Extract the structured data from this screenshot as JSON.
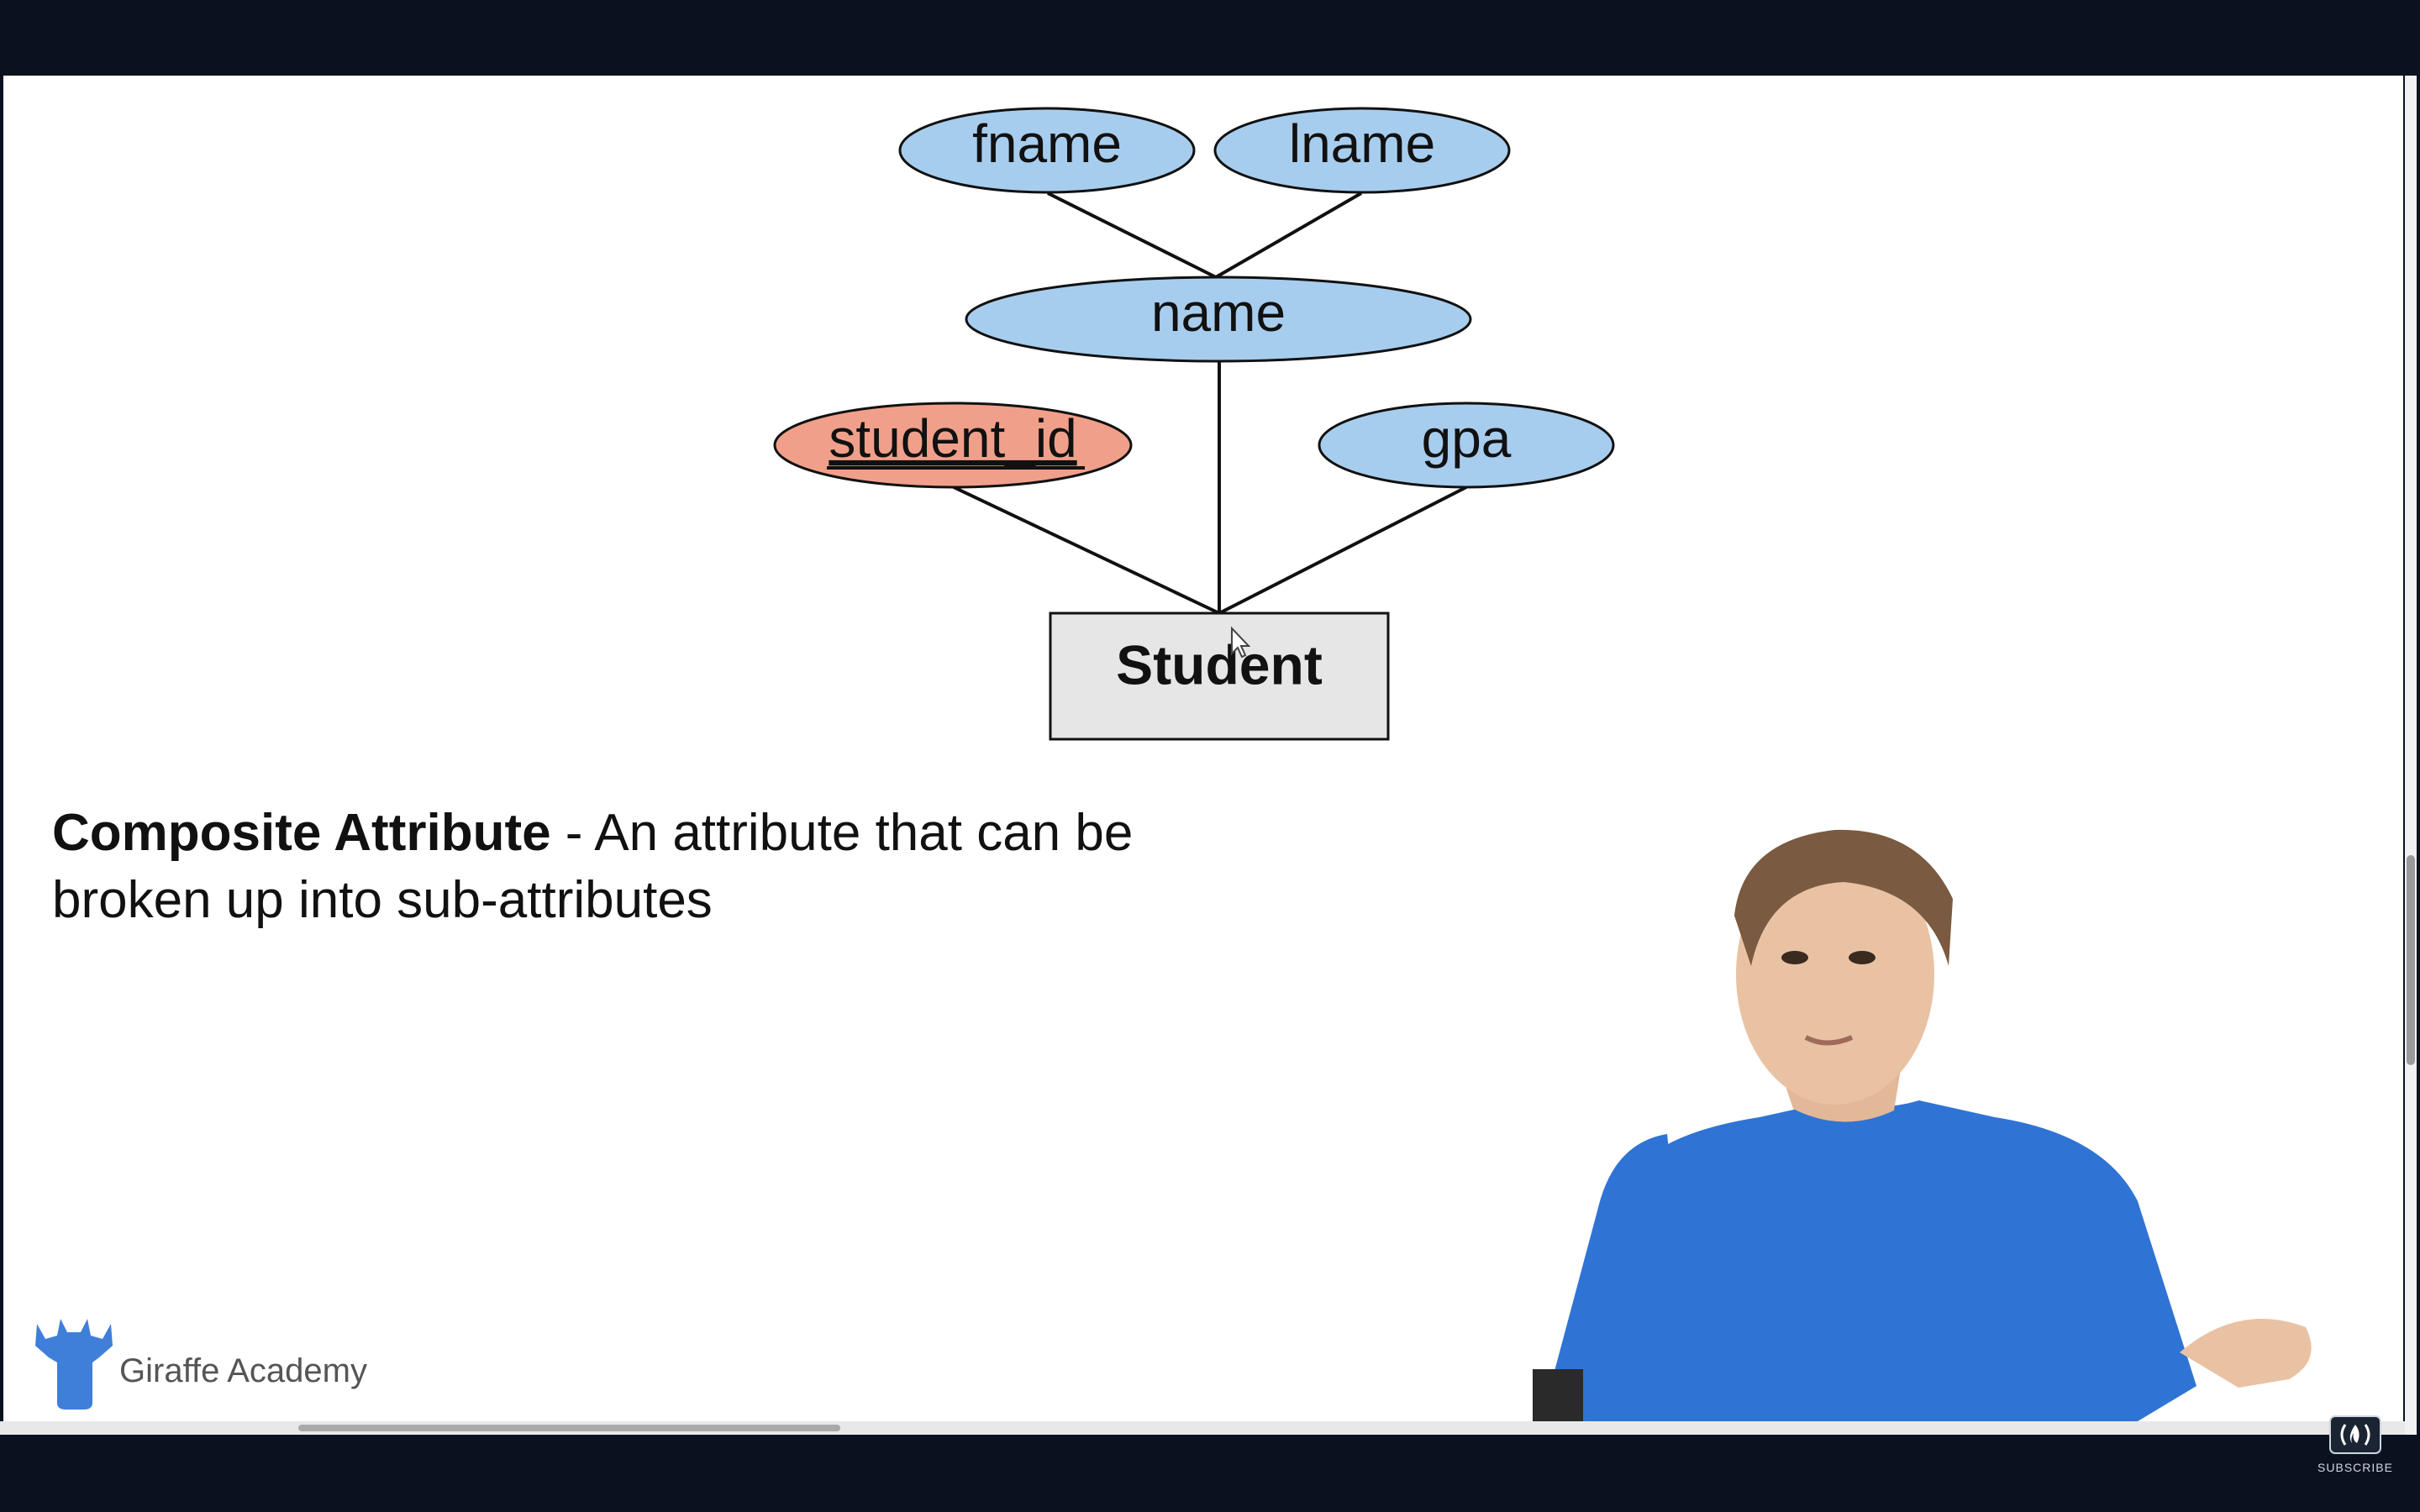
{
  "diagram": {
    "entity": "Student",
    "attributes": {
      "fname": "fname",
      "lname": "lname",
      "name": "name",
      "student_id": "student_id",
      "gpa": "gpa"
    }
  },
  "definition": {
    "term": "Composite Attribute",
    "text": " - An attribute that can be broken up into sub-attributes"
  },
  "brand": {
    "name": "Giraffe Academy"
  },
  "subscribe": {
    "label": "SUBSCRIBE"
  },
  "colors": {
    "attribute_fill": "#a7cdee",
    "key_attribute_fill": "#f0a08a",
    "entity_fill": "#e6e6e6",
    "logo": "#3f7fd9",
    "shirt": "#2f74d4"
  }
}
